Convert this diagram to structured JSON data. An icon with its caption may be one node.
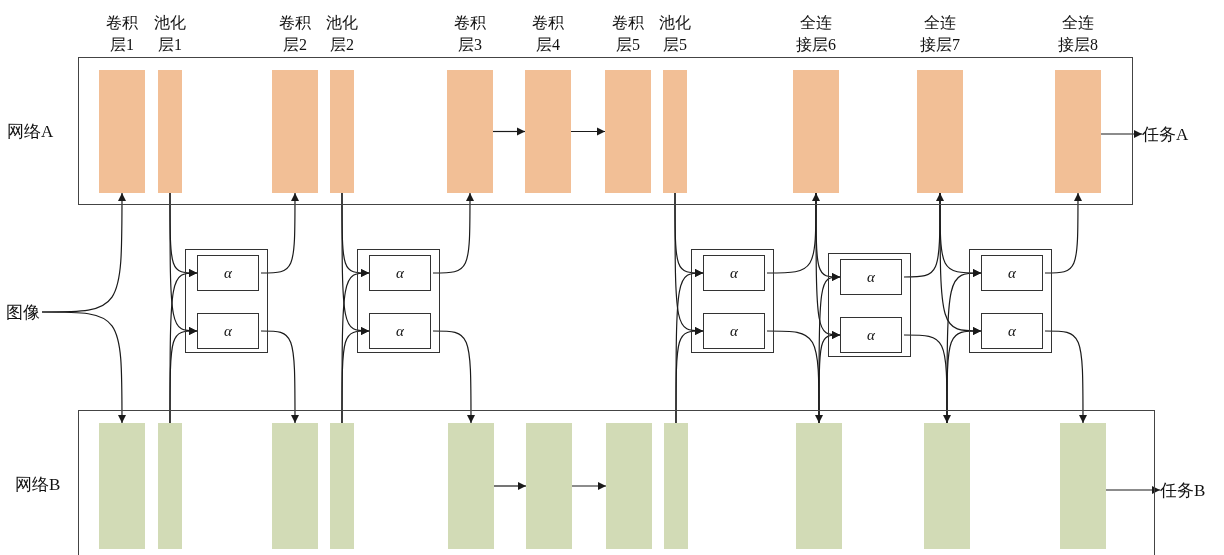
{
  "diagram": {
    "nodes": [
      {
        "text": [
          "网络A"
        ]
      },
      {
        "text": [
          "卷积层1"
        ],
        "in": 0
      },
      {
        "text": [
          "池化层1"
        ],
        "in": 0
      },
      {
        "text": [
          "卷积层2"
        ],
        "in": 0
      },
      {
        "text": [
          "池化层2"
        ],
        "in": 0
      },
      {
        "text": [
          "卷积层3"
        ],
        "in": 0
      },
      {
        "text": [
          "卷积层4"
        ],
        "in": 0
      },
      {
        "text": [
          "卷积层5"
        ],
        "in": 0
      },
      {
        "text": [
          "池化层5"
        ],
        "in": 0
      },
      {
        "text": [
          "全连接层6"
        ],
        "in": 0
      },
      {
        "text": [
          "全连接层7"
        ],
        "in": 0
      },
      {
        "text": [
          "全连接层8"
        ],
        "in": 0
      },
      {
        "text": [
          "任务A"
        ]
      },
      {
        "text": [
          "图像"
        ]
      },
      {
        "text": [],
        "shape": "box"
      },
      {
        "text": [
          "α"
        ],
        "in": 14
      },
      {
        "text": [
          "α"
        ],
        "in": 14
      },
      {
        "text": [],
        "shape": "box"
      },
      {
        "text": [
          "α"
        ],
        "in": 17
      },
      {
        "text": [
          "α"
        ],
        "in": 17
      },
      {
        "text": [],
        "shape": "box"
      },
      {
        "text": [
          "α"
        ],
        "in": 20
      },
      {
        "text": [
          "α"
        ],
        "in": 20
      },
      {
        "text": [],
        "shape": "box"
      },
      {
        "text": [
          "α"
        ],
        "in": 23
      },
      {
        "text": [
          "α"
        ],
        "in": 23
      },
      {
        "text": [],
        "shape": "box"
      },
      {
        "text": [
          "α"
        ],
        "in": 26
      },
      {
        "text": [
          "α"
        ],
        "in": 26
      },
      {
        "text": [
          "网络B"
        ]
      },
      {
        "text": [],
        "shape": "bar",
        "in": 29
      },
      {
        "text": [],
        "shape": "bar",
        "in": 29
      },
      {
        "text": [],
        "shape": "bar",
        "in": 29
      },
      {
        "text": [],
        "shape": "bar",
        "in": 29
      },
      {
        "text": [],
        "shape": "bar",
        "in": 29
      },
      {
        "text": [],
        "shape": "bar",
        "in": 29
      },
      {
        "text": [],
        "shape": "bar",
        "in": 29
      },
      {
        "text": [],
        "shape": "bar",
        "in": 29
      },
      {
        "text": [],
        "shape": "bar",
        "in": 29
      },
      {
        "text": [],
        "shape": "bar",
        "in": 29
      },
      {
        "text": [],
        "shape": "bar",
        "in": 29
      },
      {
        "text": [
          "任务B"
        ]
      }
    ],
    "edges": [
      {
        "from": 5,
        "to": 6,
        "arrow": "to"
      },
      {
        "from": 6,
        "to": 7,
        "arrow": "to"
      },
      {
        "from": 11,
        "to": 12,
        "arrow": "to"
      },
      {
        "from": 34,
        "to": 35,
        "arrow": "to"
      },
      {
        "from": 35,
        "to": 36,
        "arrow": "to"
      },
      {
        "from": 40,
        "to": 41,
        "arrow": "to"
      },
      {
        "from": 13,
        "to": 1,
        "arrow": "to"
      },
      {
        "from": 13,
        "to": 30,
        "arrow": "to"
      },
      {
        "from": 2,
        "to": 15,
        "arrow": "to"
      },
      {
        "from": 2,
        "to": 16,
        "arrow": "to"
      },
      {
        "from": 31,
        "to": 15,
        "arrow": "to"
      },
      {
        "from": 31,
        "to": 16,
        "arrow": "to"
      },
      {
        "from": 15,
        "to": 3,
        "arrow": "to"
      },
      {
        "from": 16,
        "to": 32,
        "arrow": "to"
      },
      {
        "from": 4,
        "to": 18,
        "arrow": "to"
      },
      {
        "from": 4,
        "to": 19,
        "arrow": "to"
      },
      {
        "from": 33,
        "to": 18,
        "arrow": "to"
      },
      {
        "from": 33,
        "to": 19,
        "arrow": "to"
      },
      {
        "from": 18,
        "to": 5,
        "arrow": "to"
      },
      {
        "from": 19,
        "to": 34,
        "arrow": "to"
      },
      {
        "from": 8,
        "to": 21,
        "arrow": "to"
      },
      {
        "from": 8,
        "to": 22,
        "arrow": "to"
      },
      {
        "from": 37,
        "to": 21,
        "arrow": "to"
      },
      {
        "from": 37,
        "to": 22,
        "arrow": "to"
      },
      {
        "from": 21,
        "to": 9,
        "arrow": "to"
      },
      {
        "from": 22,
        "to": 38,
        "arrow": "to"
      },
      {
        "from": 9,
        "to": 24,
        "arrow": "to"
      },
      {
        "from": 9,
        "to": 25,
        "arrow": "to"
      },
      {
        "from": 38,
        "to": 24,
        "arrow": "to"
      },
      {
        "from": 38,
        "to": 25,
        "arrow": "to"
      },
      {
        "from": 24,
        "to": 10,
        "arrow": "to"
      },
      {
        "from": 25,
        "to": 39,
        "arrow": "to"
      },
      {
        "from": 10,
        "to": 27,
        "arrow": "to"
      },
      {
        "from": 10,
        "to": 28,
        "arrow": "to"
      },
      {
        "from": 39,
        "to": 27,
        "arrow": "to"
      },
      {
        "from": 39,
        "to": 28,
        "arrow": "to"
      },
      {
        "from": 27,
        "to": 11,
        "arrow": "to"
      },
      {
        "from": 28,
        "to": 40,
        "arrow": "to"
      }
    ]
  }
}
